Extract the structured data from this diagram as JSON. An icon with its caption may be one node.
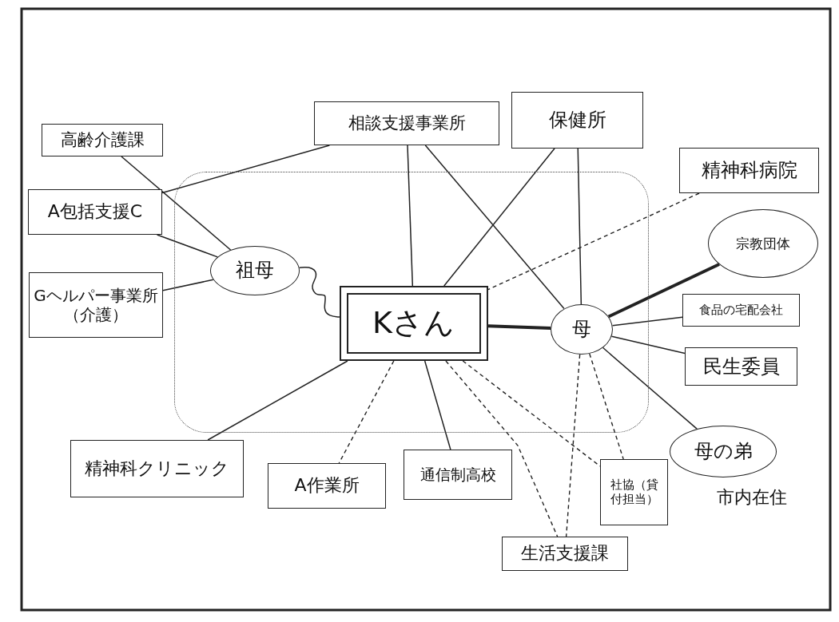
{
  "diagram": {
    "nodes": [
      {
        "text": [],
        "shape": "box"
      },
      {
        "text": [
          "高齢介護課"
        ]
      },
      {
        "text": [
          "相談支援事業所"
        ]
      },
      {
        "text": [
          "保健所"
        ]
      },
      {
        "text": [
          "精神科病院"
        ]
      },
      {
        "text": [
          "A包括支援C"
        ]
      },
      {
        "text": [
          "祖母"
        ],
        "in": 0
      },
      {
        "text": [
          "宗教団体"
        ]
      },
      {
        "text": [
          "Gヘルパー事業所（介護）"
        ]
      },
      {
        "text": [
          "Kさん"
        ],
        "in": 0
      },
      {
        "text": [
          "母"
        ],
        "in": 0
      },
      {
        "text": [
          "食品の宅配会社"
        ]
      },
      {
        "text": [
          "民生委員"
        ]
      },
      {
        "text": [
          "精神科クリニック"
        ]
      },
      {
        "text": [
          "A作業所"
        ]
      },
      {
        "text": [
          "通信制高校"
        ]
      },
      {
        "text": [
          "母の弟"
        ],
        "beside": [
          "市内在住"
        ]
      },
      {
        "text": [
          "社協（貸付担当）"
        ]
      },
      {
        "text": [
          "生活支援課"
        ]
      }
    ],
    "edges": [
      {
        "from": 1,
        "to": 6,
        "arrow": "none"
      },
      {
        "from": 5,
        "to": 2,
        "arrow": "none"
      },
      {
        "from": 5,
        "to": 6,
        "arrow": "none"
      },
      {
        "from": 8,
        "to": 6,
        "arrow": "none"
      },
      {
        "from": 6,
        "to": 9,
        "arrow": "none"
      },
      {
        "from": 2,
        "to": 9,
        "arrow": "none"
      },
      {
        "from": 2,
        "to": 10,
        "arrow": "none"
      },
      {
        "from": 3,
        "to": 9,
        "arrow": "none"
      },
      {
        "from": 3,
        "to": 10,
        "arrow": "none"
      },
      {
        "from": 4,
        "to": 9,
        "arrow": "none",
        "style": "dashed"
      },
      {
        "from": 9,
        "to": 10,
        "arrow": "none",
        "style": "thick"
      },
      {
        "from": 10,
        "to": 7,
        "arrow": "none",
        "style": "thick"
      },
      {
        "from": 10,
        "to": 11,
        "arrow": "none"
      },
      {
        "from": 10,
        "to": 12,
        "arrow": "none"
      },
      {
        "from": 10,
        "to": 16,
        "arrow": "none"
      },
      {
        "from": 9,
        "to": 13,
        "arrow": "none"
      },
      {
        "from": 9,
        "to": 14,
        "arrow": "none",
        "style": "dashed"
      },
      {
        "from": 9,
        "to": 15,
        "arrow": "none"
      },
      {
        "from": 9,
        "to": 18,
        "arrow": "none",
        "style": "dashed"
      },
      {
        "from": 9,
        "to": 17,
        "arrow": "none",
        "style": "dashed"
      },
      {
        "from": 10,
        "to": 18,
        "arrow": "none",
        "style": "dashed"
      },
      {
        "from": 10,
        "to": 17,
        "arrow": "none",
        "style": "dashed"
      }
    ]
  }
}
